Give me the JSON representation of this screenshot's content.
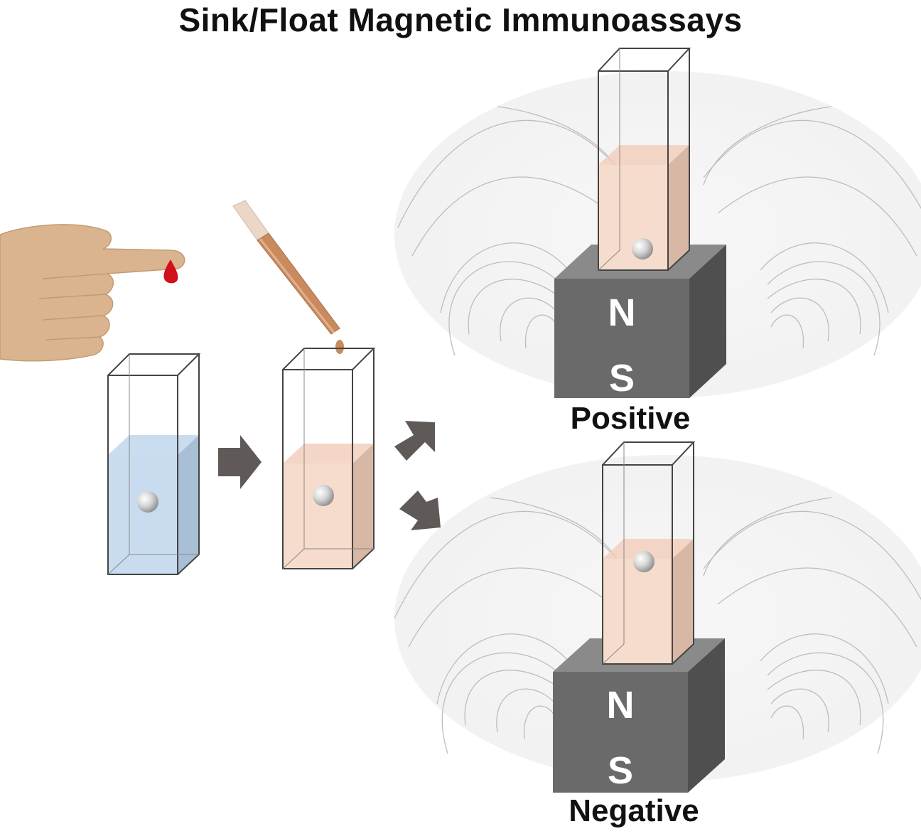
{
  "title": "Sink/Float Magnetic Immunoassays",
  "results": {
    "positive": "Positive",
    "negative": "Negative"
  },
  "magnet_poles": {
    "north": "N",
    "south": "S"
  },
  "colors": {
    "buffer_liquid": "#c9dcef",
    "sample_liquid": "#f5d9c9",
    "magnet_front": "#6a6a6a",
    "magnet_side": "#4f4f4f",
    "magnet_top": "#8a8a8a",
    "arrow": "#5f5a58",
    "blood": "#d0101a",
    "skin": "#d9b48f",
    "pipette": "#c98a5e"
  }
}
